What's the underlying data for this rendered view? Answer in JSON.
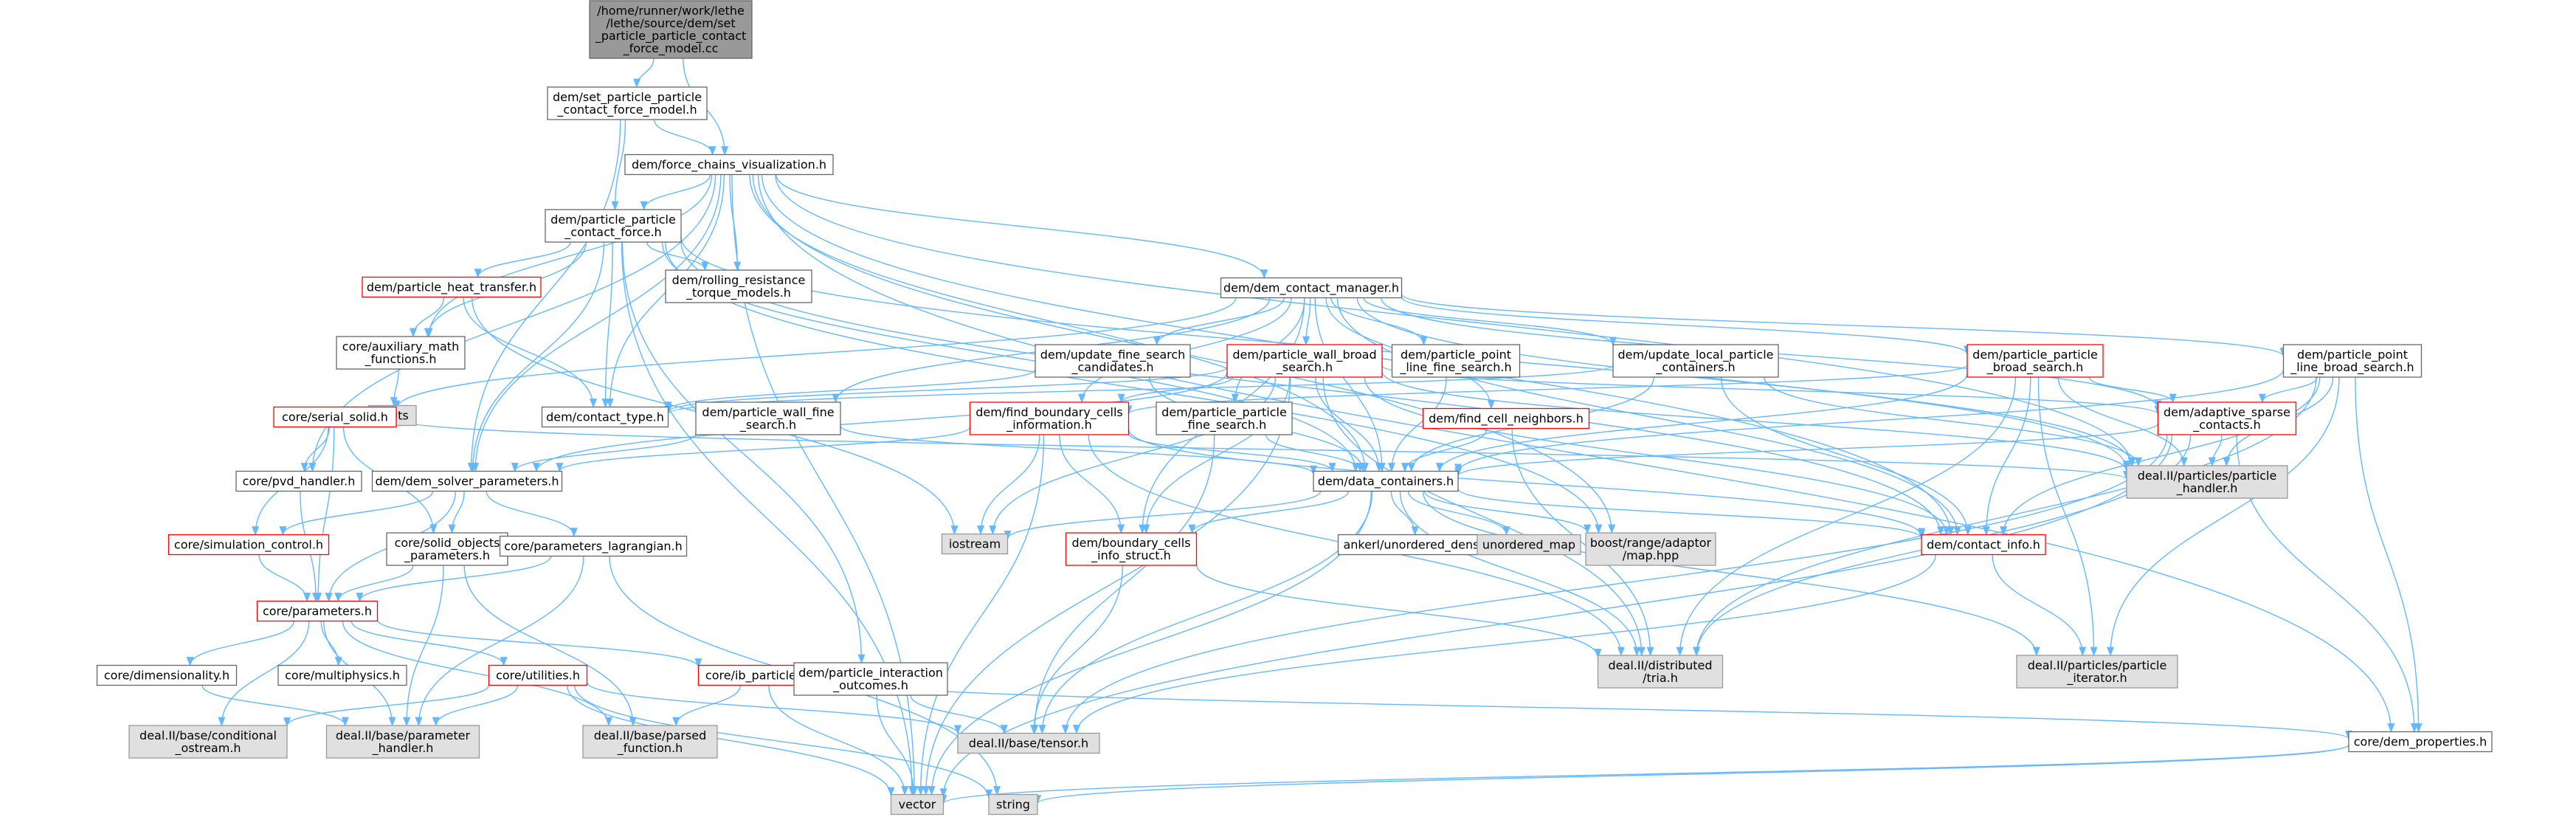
{
  "graph": {
    "title": "",
    "colors": {
      "edge": "#63b8ff",
      "node_fill": "#ffffff",
      "node_border": "#666666",
      "node_border_incomplete": "#ff0000",
      "external_fill": "#e0e0e0",
      "external_border": "#999999",
      "root_fill": "#999999",
      "root_border": "#666666"
    },
    "nodes": [
      {
        "id": "root",
        "kind": "root",
        "lines": [
          "/home/runner/work/lethe",
          "/lethe/source/dem/set",
          "_particle_particle_contact",
          "_force_model.cc"
        ]
      },
      {
        "id": "set_pp",
        "kind": "normal",
        "lines": [
          "dem/set_particle_particle",
          "_contact_force_model.h"
        ]
      },
      {
        "id": "fcv",
        "kind": "normal",
        "lines": [
          "dem/force_chains_visualization.h"
        ]
      },
      {
        "id": "ppcf",
        "kind": "normal",
        "lines": [
          "dem/particle_particle",
          "_contact_force.h"
        ]
      },
      {
        "id": "rolling",
        "kind": "normal",
        "lines": [
          "dem/rolling_resistance",
          "_torque_models.h"
        ]
      },
      {
        "id": "pht",
        "kind": "incomplete",
        "lines": [
          "dem/particle_heat_transfer.h"
        ]
      },
      {
        "id": "aux",
        "kind": "normal",
        "lines": [
          "core/auxiliary_math",
          "_functions.h"
        ]
      },
      {
        "id": "limits",
        "kind": "external",
        "lines": [
          "limits"
        ]
      },
      {
        "id": "dcm",
        "kind": "normal",
        "lines": [
          "dem/dem_contact_manager.h"
        ]
      },
      {
        "id": "ufs",
        "kind": "normal",
        "lines": [
          "dem/update_fine_search",
          "_candidates.h"
        ]
      },
      {
        "id": "pwbs",
        "kind": "incomplete",
        "lines": [
          "dem/particle_wall_broad",
          "_search.h"
        ]
      },
      {
        "id": "pplfs",
        "kind": "normal",
        "lines": [
          "dem/particle_point",
          "_line_fine_search.h"
        ]
      },
      {
        "id": "ulpc",
        "kind": "normal",
        "lines": [
          "dem/update_local_particle",
          "_containers.h"
        ]
      },
      {
        "id": "ppbs",
        "kind": "incomplete",
        "lines": [
          "dem/particle_particle",
          "_broad_search.h"
        ]
      },
      {
        "id": "pplbs",
        "kind": "normal",
        "lines": [
          "dem/particle_point",
          "_line_broad_search.h"
        ]
      },
      {
        "id": "contact_type",
        "kind": "normal",
        "lines": [
          "dem/contact_type.h"
        ]
      },
      {
        "id": "serial_solid",
        "kind": "incomplete",
        "lines": [
          "core/serial_solid.h"
        ]
      },
      {
        "id": "pvd",
        "kind": "normal",
        "lines": [
          "core/pvd_handler.h"
        ]
      },
      {
        "id": "fbci",
        "kind": "incomplete",
        "lines": [
          "dem/find_boundary_cells",
          "_information.h"
        ]
      },
      {
        "id": "pwfs",
        "kind": "normal",
        "lines": [
          "dem/particle_wall_fine",
          "_search.h"
        ]
      },
      {
        "id": "ppfs",
        "kind": "normal",
        "lines": [
          "dem/particle_particle",
          "_fine_search.h"
        ]
      },
      {
        "id": "fcn",
        "kind": "incomplete",
        "lines": [
          "dem/find_cell_neighbors.h"
        ]
      },
      {
        "id": "asc",
        "kind": "incomplete",
        "lines": [
          "dem/adaptive_sparse",
          "_contacts.h"
        ]
      },
      {
        "id": "ppart",
        "kind": "external",
        "lines": [
          "deal.II/particles/particle",
          "_handler.h"
        ]
      },
      {
        "id": "dsp",
        "kind": "normal",
        "lines": [
          "dem/dem_solver_parameters.h"
        ]
      },
      {
        "id": "dc",
        "kind": "normal",
        "lines": [
          "dem/data_containers.h"
        ]
      },
      {
        "id": "simctrl",
        "kind": "incomplete",
        "lines": [
          "core/simulation_control.h"
        ]
      },
      {
        "id": "solid_obj",
        "kind": "normal",
        "lines": [
          "core/solid_objects",
          "_parameters.h"
        ]
      },
      {
        "id": "plag",
        "kind": "normal",
        "lines": [
          "core/parameters_lagrangian.h"
        ]
      },
      {
        "id": "iostream",
        "kind": "external",
        "lines": [
          "iostream"
        ]
      },
      {
        "id": "bcis",
        "kind": "incomplete",
        "lines": [
          "dem/boundary_cells",
          "_info_struct.h"
        ]
      },
      {
        "id": "anker",
        "kind": "normal",
        "lines": [
          "ankerl/unordered_dense.h"
        ]
      },
      {
        "id": "umap",
        "kind": "external",
        "lines": [
          "unordered_map"
        ]
      },
      {
        "id": "boost",
        "kind": "external",
        "lines": [
          "boost/range/adaptor",
          "/map.hpp"
        ]
      },
      {
        "id": "cinfo",
        "kind": "incomplete",
        "lines": [
          "dem/contact_info.h"
        ]
      },
      {
        "id": "params",
        "kind": "incomplete",
        "lines": [
          "core/parameters.h"
        ]
      },
      {
        "id": "tria",
        "kind": "external",
        "lines": [
          "deal.II/distributed",
          "/tria.h"
        ]
      },
      {
        "id": "piter",
        "kind": "external",
        "lines": [
          "deal.II/particles/particle",
          "_iterator.h"
        ]
      },
      {
        "id": "dim",
        "kind": "normal",
        "lines": [
          "core/dimensionality.h"
        ]
      },
      {
        "id": "multiph",
        "kind": "normal",
        "lines": [
          "core/multiphysics.h"
        ]
      },
      {
        "id": "utils",
        "kind": "incomplete",
        "lines": [
          "core/utilities.h"
        ]
      },
      {
        "id": "ib",
        "kind": "incomplete",
        "lines": [
          "core/ib_particle.h"
        ]
      },
      {
        "id": "pio",
        "kind": "normal",
        "lines": [
          "dem/particle_interaction",
          "_outcomes.h"
        ]
      },
      {
        "id": "condout",
        "kind": "external",
        "lines": [
          "deal.II/base/conditional",
          "_ostream.h"
        ]
      },
      {
        "id": "paramh",
        "kind": "external",
        "lines": [
          "deal.II/base/parameter",
          "_handler.h"
        ]
      },
      {
        "id": "parsedf",
        "kind": "external",
        "lines": [
          "deal.II/base/parsed",
          "_function.h"
        ]
      },
      {
        "id": "tensor",
        "kind": "external",
        "lines": [
          "deal.II/base/tensor.h"
        ]
      },
      {
        "id": "demprop",
        "kind": "normal",
        "lines": [
          "core/dem_properties.h"
        ]
      },
      {
        "id": "vector",
        "kind": "external",
        "lines": [
          "vector"
        ]
      },
      {
        "id": "string",
        "kind": "external",
        "lines": [
          "string"
        ]
      }
    ],
    "edges": [
      [
        "root",
        "set_pp"
      ],
      [
        "root",
        "fcv"
      ],
      [
        "set_pp",
        "fcv"
      ],
      [
        "set_pp",
        "ppcf"
      ],
      [
        "set_pp",
        "dsp"
      ],
      [
        "fcv",
        "ppcf"
      ],
      [
        "fcv",
        "aux"
      ],
      [
        "fcv",
        "rolling"
      ],
      [
        "fcv",
        "dcm"
      ],
      [
        "fcv",
        "contact_type"
      ],
      [
        "fcv",
        "dsp"
      ],
      [
        "fcv",
        "pvd"
      ],
      [
        "fcv",
        "dc"
      ],
      [
        "fcv",
        "boost"
      ],
      [
        "fcv",
        "ppart"
      ],
      [
        "fcv",
        "cinfo"
      ],
      [
        "fcv",
        "demprop"
      ],
      [
        "fcv",
        "vector"
      ],
      [
        "ppcf",
        "pht"
      ],
      [
        "ppcf",
        "aux"
      ],
      [
        "ppcf",
        "rolling"
      ],
      [
        "ppcf",
        "contact_type"
      ],
      [
        "ppcf",
        "dsp"
      ],
      [
        "ppcf",
        "dc"
      ],
      [
        "ppcf",
        "pio"
      ],
      [
        "ppcf",
        "boost"
      ],
      [
        "ppcf",
        "cinfo"
      ],
      [
        "ppcf",
        "ppart"
      ],
      [
        "ppcf",
        "vector"
      ],
      [
        "pht",
        "aux"
      ],
      [
        "pht",
        "contact_type"
      ],
      [
        "pht",
        "iostream"
      ],
      [
        "aux",
        "limits"
      ],
      [
        "dcm",
        "ufs"
      ],
      [
        "dcm",
        "pwbs"
      ],
      [
        "dcm",
        "pplfs"
      ],
      [
        "dcm",
        "ulpc"
      ],
      [
        "dcm",
        "ppbs"
      ],
      [
        "dcm",
        "pplbs"
      ],
      [
        "dcm",
        "serial_solid"
      ],
      [
        "dcm",
        "fbci"
      ],
      [
        "dcm",
        "pwfs"
      ],
      [
        "dcm",
        "ppfs"
      ],
      [
        "dcm",
        "fcn"
      ],
      [
        "dcm",
        "asc"
      ],
      [
        "dcm",
        "dc"
      ],
      [
        "dcm",
        "bcis"
      ],
      [
        "dcm",
        "ppart"
      ],
      [
        "dcm",
        "cinfo"
      ],
      [
        "ufs",
        "contact_type"
      ],
      [
        "ufs",
        "dc"
      ],
      [
        "pwbs",
        "fbci"
      ],
      [
        "pwbs",
        "dc"
      ],
      [
        "pwbs",
        "contact_type"
      ],
      [
        "pwbs",
        "dsp"
      ],
      [
        "pwbs",
        "iostream"
      ],
      [
        "pwbs",
        "vector"
      ],
      [
        "pwbs",
        "ppart"
      ],
      [
        "pwbs",
        "asc"
      ],
      [
        "pwbs",
        "tria"
      ],
      [
        "pwbs",
        "cinfo"
      ],
      [
        "pwbs",
        "bcis"
      ],
      [
        "pplfs",
        "dc"
      ],
      [
        "ulpc",
        "dc"
      ],
      [
        "ulpc",
        "contact_type"
      ],
      [
        "ulpc",
        "cinfo"
      ],
      [
        "ulpc",
        "ppart"
      ],
      [
        "ppbs",
        "dc"
      ],
      [
        "ppbs",
        "fbci"
      ],
      [
        "ppbs",
        "cinfo"
      ],
      [
        "ppbs",
        "ppart"
      ],
      [
        "ppbs",
        "piter"
      ],
      [
        "ppbs",
        "asc"
      ],
      [
        "ppbs",
        "tria"
      ],
      [
        "pplbs",
        "dc"
      ],
      [
        "pplbs",
        "asc"
      ],
      [
        "pplbs",
        "ppart"
      ],
      [
        "pplbs",
        "cinfo"
      ],
      [
        "pplbs",
        "piter"
      ],
      [
        "pplbs",
        "demprop"
      ],
      [
        "pplbs",
        "tria"
      ],
      [
        "serial_solid",
        "pvd"
      ],
      [
        "serial_solid",
        "solid_obj"
      ],
      [
        "serial_solid",
        "simctrl"
      ],
      [
        "serial_solid",
        "params"
      ],
      [
        "serial_solid",
        "ppart"
      ],
      [
        "pvd",
        "params"
      ],
      [
        "fbci",
        "dsp"
      ],
      [
        "fbci",
        "dc"
      ],
      [
        "fbci",
        "bcis"
      ],
      [
        "fbci",
        "iostream"
      ],
      [
        "fbci",
        "vector"
      ],
      [
        "fbci",
        "tria"
      ],
      [
        "fbci",
        "cinfo"
      ],
      [
        "pwfs",
        "dsp"
      ],
      [
        "pwfs",
        "dc"
      ],
      [
        "ppfs",
        "dc"
      ],
      [
        "ppfs",
        "tensor"
      ],
      [
        "fcn",
        "dc"
      ],
      [
        "fcn",
        "tria"
      ],
      [
        "asc",
        "dc"
      ],
      [
        "asc",
        "ppart"
      ],
      [
        "asc",
        "tria"
      ],
      [
        "asc",
        "tensor"
      ],
      [
        "asc",
        "vector"
      ],
      [
        "asc",
        "demprop"
      ],
      [
        "dsp",
        "simctrl"
      ],
      [
        "dsp",
        "solid_obj"
      ],
      [
        "dsp",
        "plag"
      ],
      [
        "dsp",
        "params"
      ],
      [
        "simctrl",
        "params"
      ],
      [
        "solid_obj",
        "params"
      ],
      [
        "solid_obj",
        "paramh"
      ],
      [
        "solid_obj",
        "parsedf"
      ],
      [
        "plag",
        "params"
      ],
      [
        "plag",
        "paramh"
      ],
      [
        "plag",
        "string"
      ],
      [
        "dc",
        "anker"
      ],
      [
        "dc",
        "umap"
      ],
      [
        "dc",
        "boost"
      ],
      [
        "dc",
        "iostream"
      ],
      [
        "dc",
        "bcis"
      ],
      [
        "dc",
        "cinfo"
      ],
      [
        "dc",
        "tria"
      ],
      [
        "dc",
        "piter"
      ],
      [
        "dc",
        "tensor"
      ],
      [
        "dc",
        "vector"
      ],
      [
        "bcis",
        "tensor"
      ],
      [
        "bcis",
        "tria"
      ],
      [
        "cinfo",
        "piter"
      ],
      [
        "cinfo",
        "tensor"
      ],
      [
        "params",
        "dim"
      ],
      [
        "params",
        "multiph"
      ],
      [
        "params",
        "utils"
      ],
      [
        "params",
        "ib"
      ],
      [
        "params",
        "condout"
      ],
      [
        "params",
        "paramh"
      ],
      [
        "params",
        "parsedf"
      ],
      [
        "dim",
        "paramh"
      ],
      [
        "utils",
        "condout"
      ],
      [
        "utils",
        "paramh"
      ],
      [
        "utils",
        "tensor"
      ],
      [
        "utils",
        "vector"
      ],
      [
        "utils",
        "string"
      ],
      [
        "ib",
        "parsedf"
      ],
      [
        "ib",
        "demprop"
      ],
      [
        "ib",
        "vector"
      ],
      [
        "pio",
        "tensor"
      ],
      [
        "pio",
        "vector"
      ],
      [
        "demprop",
        "vector"
      ],
      [
        "demprop",
        "string"
      ]
    ]
  }
}
